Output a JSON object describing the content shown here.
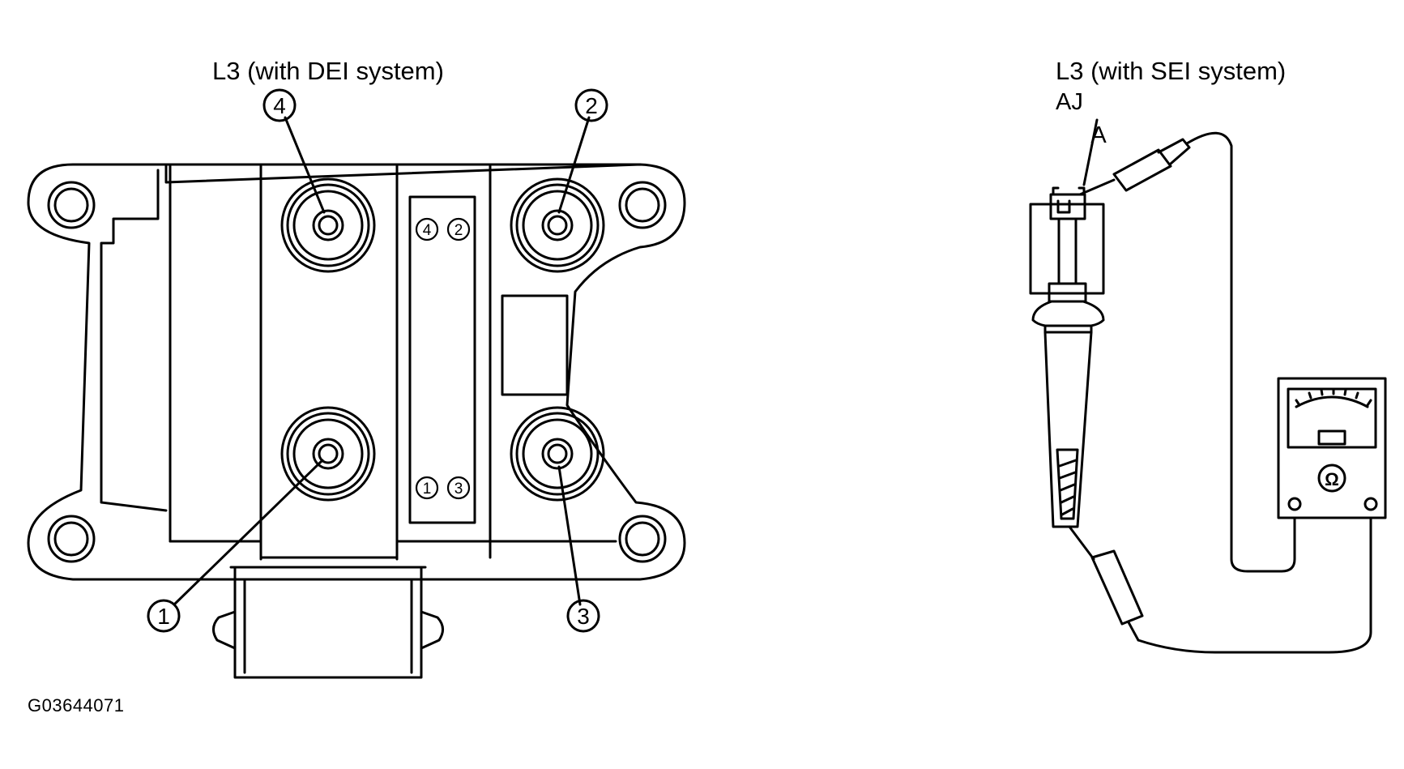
{
  "left_diagram": {
    "title": "L3 (with DEI system)",
    "callouts": [
      "1",
      "2",
      "3",
      "4"
    ],
    "panel_labels": {
      "top": [
        "4",
        "2"
      ],
      "bottom": [
        "1",
        "3"
      ]
    }
  },
  "right_diagram": {
    "title": "L3 (with SEI system)",
    "subtitle": "AJ",
    "callout_a": "A",
    "meter_symbol": "Ω"
  },
  "figure_code": "G03644071"
}
